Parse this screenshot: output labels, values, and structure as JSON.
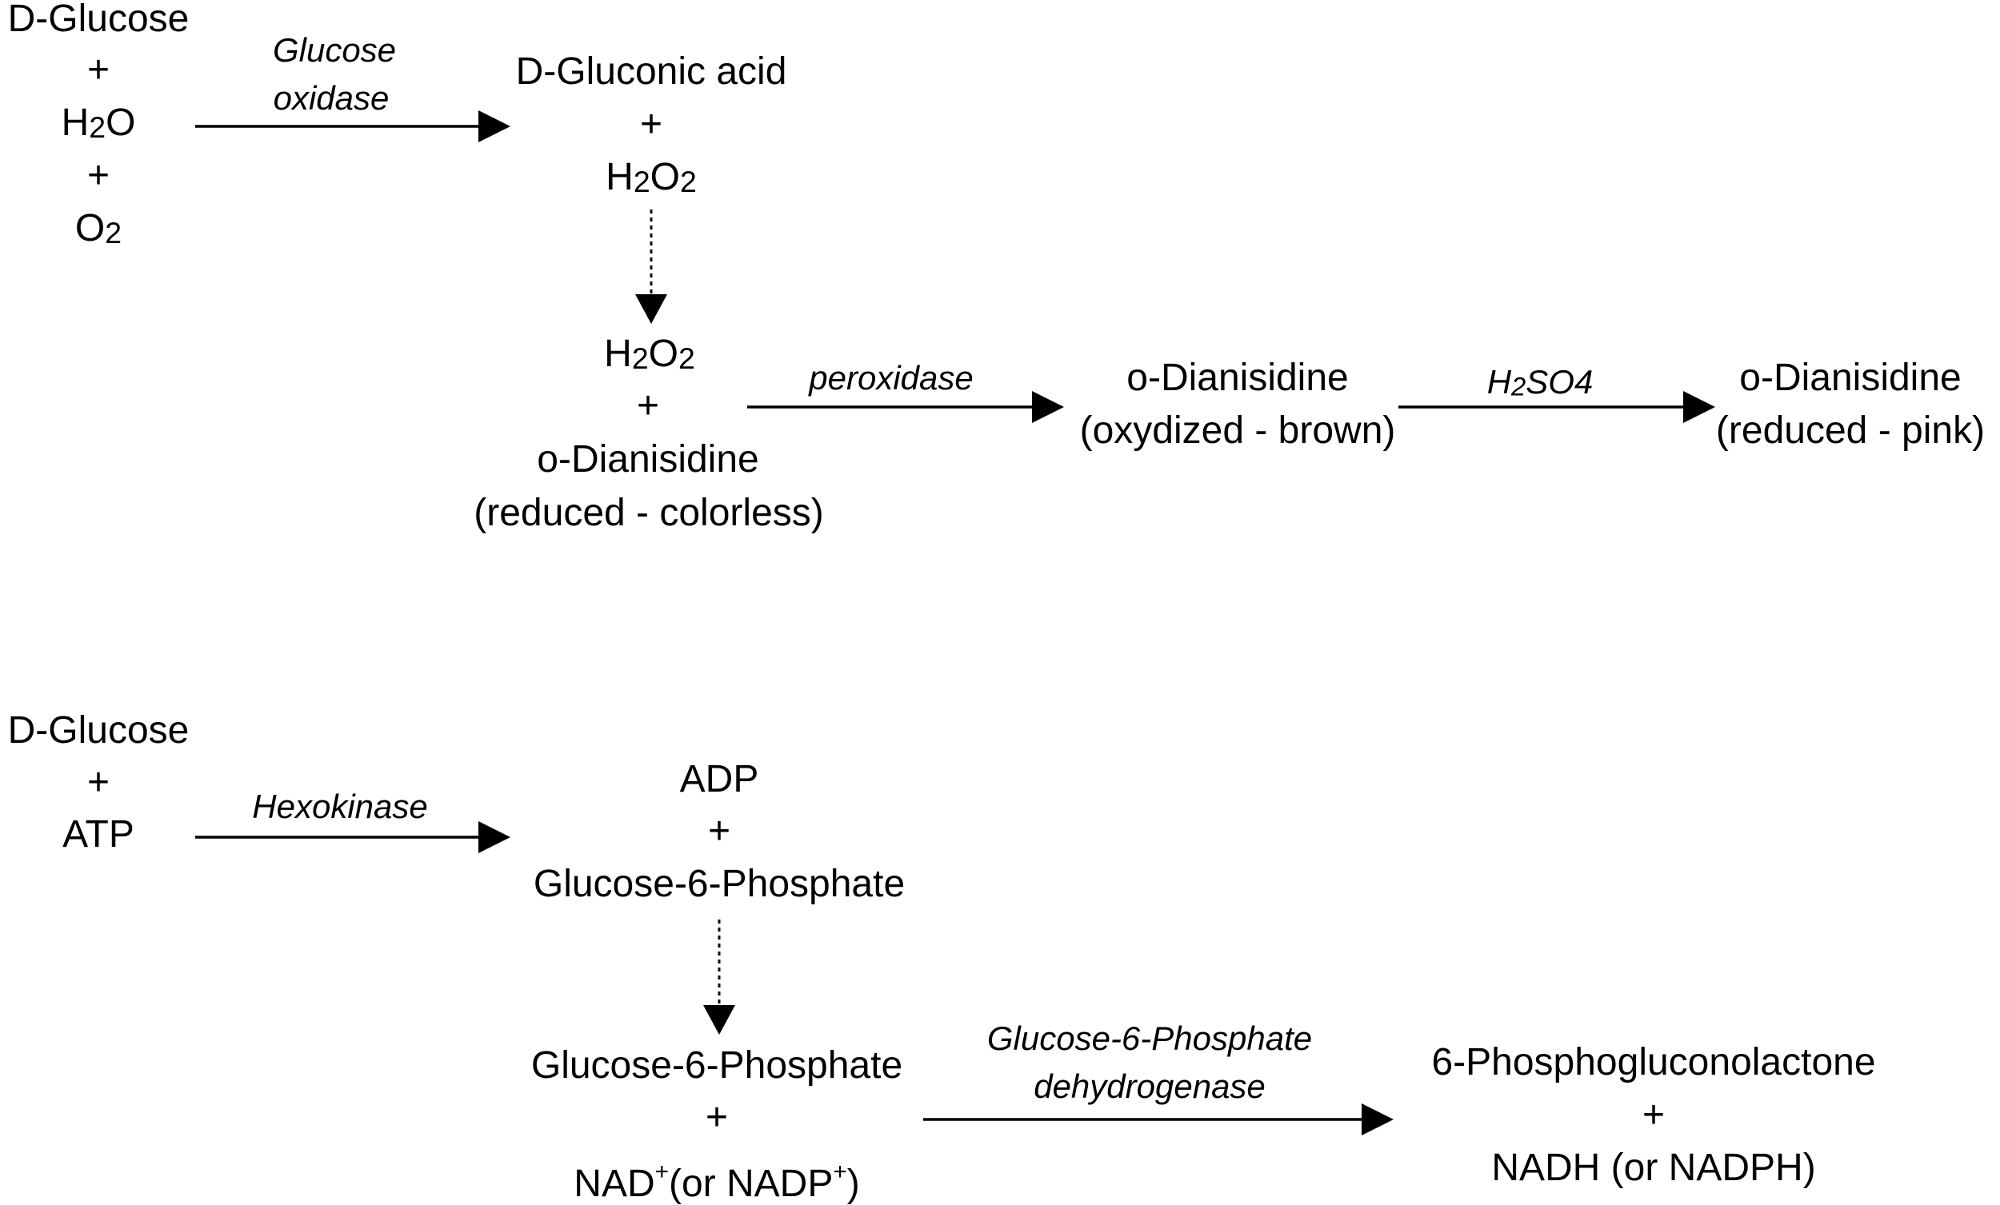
{
  "reaction1": {
    "substrates": {
      "glucose": "D-Glucose",
      "plus1": "+",
      "water": {
        "pre": "H",
        "sub": "2",
        "post": "O"
      },
      "plus2": "+",
      "oxygen": {
        "pre": "O",
        "sub": "2"
      }
    },
    "enzyme": {
      "line1": "Glucose",
      "line2": "oxidase"
    },
    "products": {
      "acid": "D-Gluconic acid",
      "plus": "+",
      "peroxide": {
        "a": "H",
        "s1": "2",
        "b": "O",
        "s2": "2"
      }
    }
  },
  "reaction2": {
    "substrates": {
      "peroxide": {
        "a": "H",
        "s1": "2",
        "b": "O",
        "s2": "2"
      },
      "plus": "+",
      "dye": "o-Dianisidine",
      "state": "(reduced - colorless)"
    },
    "enzyme": "peroxidase",
    "product": {
      "name": "o-Dianisidine",
      "state": "(oxydized - brown)"
    }
  },
  "reaction3": {
    "reagent": {
      "pre": "H",
      "sub": "2",
      "post": "SO4"
    },
    "product": {
      "name": "o-Dianisidine",
      "state": "(reduced - pink)"
    }
  },
  "reaction4": {
    "substrates": {
      "glucose": "D-Glucose",
      "plus": "+",
      "atp": "ATP"
    },
    "enzyme": "Hexokinase",
    "products": {
      "adp": "ADP",
      "plus": "+",
      "g6p": "Glucose-6-Phosphate"
    }
  },
  "reaction5": {
    "substrates": {
      "g6p": "Glucose-6-Phosphate",
      "plus": "+",
      "nad": {
        "a": "NAD",
        "sup1": "+",
        "b": "(or NADP",
        "sup2": "+",
        "c": ")"
      }
    },
    "enzyme": {
      "line1": "Glucose-6-Phosphate",
      "line2": "dehydrogenase"
    },
    "products": {
      "lactone": "6-Phosphogluconolactone",
      "plus": "+",
      "nadh": "NADH (or NADPH)"
    }
  }
}
